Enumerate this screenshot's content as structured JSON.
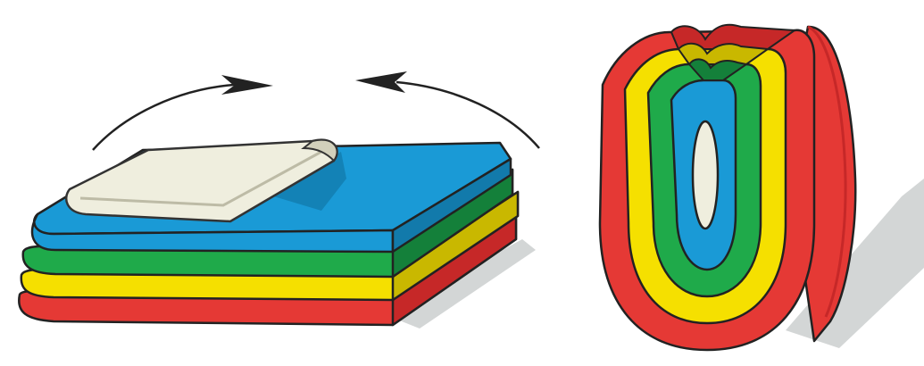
{
  "figure": {
    "panels": [
      {
        "id": "flat-stack",
        "layers_bottom_to_top": [
          "red",
          "yellow",
          "green",
          "blue",
          "cream"
        ],
        "arrows": [
          "left-arc-arrow",
          "right-arc-arrow"
        ]
      },
      {
        "id": "folded-block",
        "rings_outer_to_inner": [
          "red",
          "yellow",
          "green",
          "blue",
          "cream"
        ]
      }
    ]
  },
  "colors": {
    "red": "#e53935",
    "red_dark": "#c62828",
    "yellow": "#f5e000",
    "yellow_dark": "#c9b800",
    "green": "#1faa4a",
    "green_dark": "#14803a",
    "blue": "#1a9ad6",
    "blue_dark": "#127aab",
    "cream": "#efeede",
    "cream_dark": "#d2d0bb",
    "outline": "#222222",
    "shadow": "#d3d6d6",
    "arrow": "#222222"
  }
}
